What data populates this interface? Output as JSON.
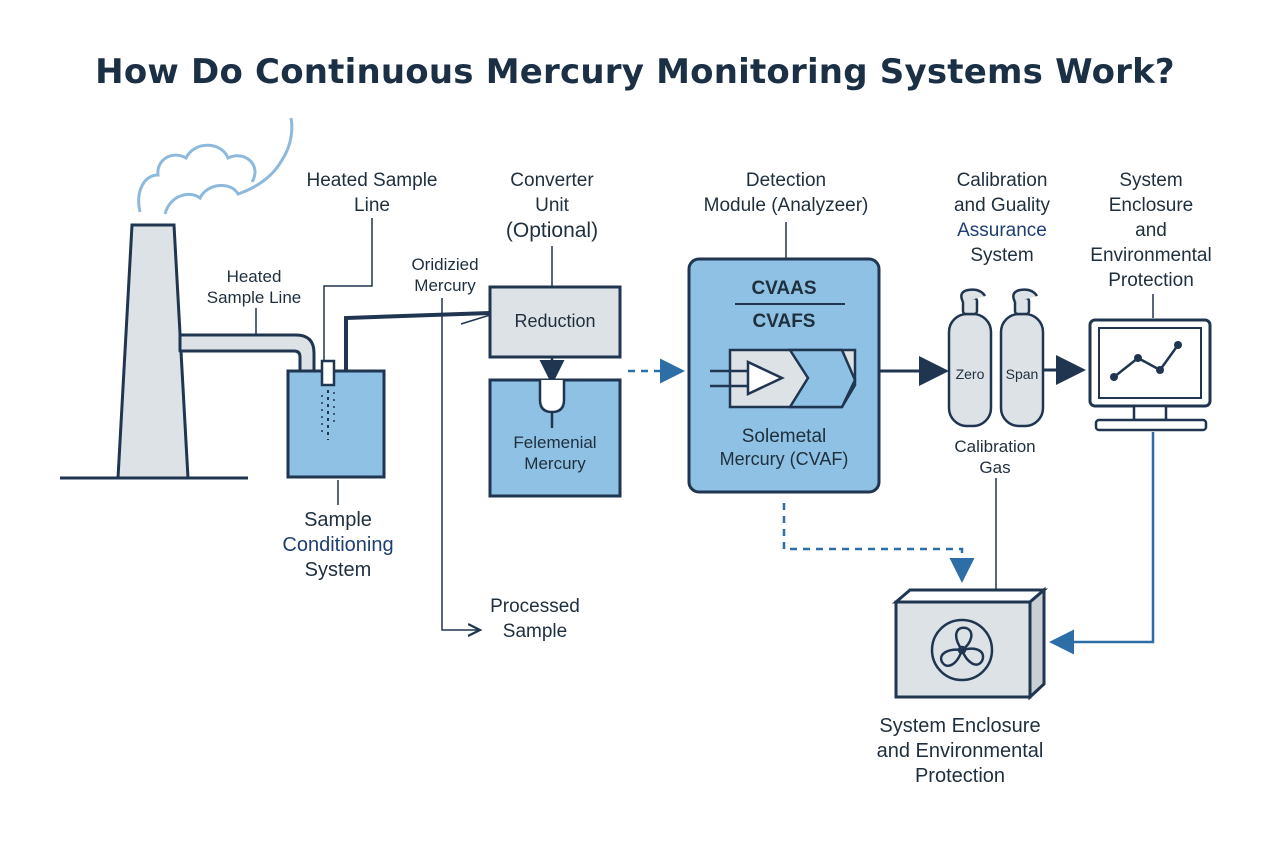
{
  "title": "How Do Continuous Mercury Monitoring Systems Work?",
  "labels": {
    "heated_line_top": [
      "Heated Sample",
      "Line"
    ],
    "heated_line_left": [
      "Heated",
      "Sample Line"
    ],
    "oxidized_mercury": [
      "Oridizied",
      "Mercury"
    ],
    "converter_unit": [
      "Converter",
      "Unit",
      "(Optional)"
    ],
    "detection_module": [
      "Detection",
      "Module (Analyzeer)"
    ],
    "calibration_qa": [
      "Calibration",
      "and Guality",
      "Assurance",
      "System"
    ],
    "system_enclosure_top": [
      "System",
      "Enclosure",
      "and",
      "Environmental",
      "Protection"
    ],
    "reduction": "Reduction",
    "elemental_mercury": [
      "Felemenial",
      "Mercury"
    ],
    "sample_conditioning": [
      "Sample",
      "Conditioning",
      "System"
    ],
    "processed_sample": [
      "Processed",
      "Sample"
    ],
    "cvaas": "CVAAS",
    "cvafs": "CVAFS",
    "solemetal": [
      "Solemetal",
      "Mercury (CVAF)"
    ],
    "zero": "Zero",
    "span": "Span",
    "calibration_gas": [
      "Calibration",
      "Gas"
    ],
    "system_enclosure_bottom": [
      "System Enclosure",
      "and Environmental",
      "Protection"
    ]
  },
  "colors": {
    "stroke": "#1f3550",
    "fill_blue": "#8ec1e4",
    "fill_gray": "#dde2e6",
    "accent_blue": "#2d6ea6",
    "cloud": "#8db9dc"
  },
  "icons": [
    "smokestack-icon",
    "cloud-icon",
    "gas-cylinder-icon",
    "monitor-chart-icon",
    "fan-icon",
    "arrow-icon"
  ]
}
